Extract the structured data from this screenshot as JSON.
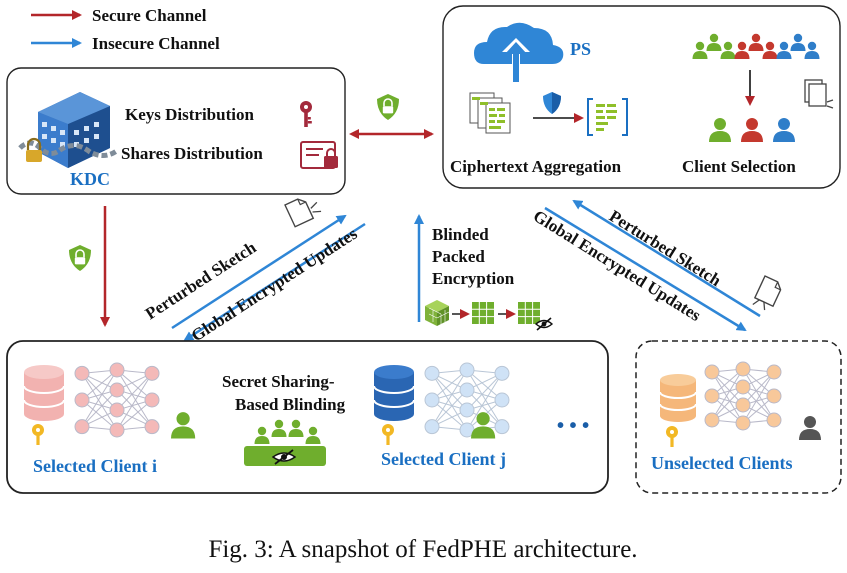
{
  "legend": {
    "secure": "Secure Channel",
    "insecure": "Insecure Channel"
  },
  "kdc": {
    "keys": "Keys Distribution",
    "shares": "Shares Distribution",
    "name": "KDC"
  },
  "ps": {
    "name": "PS",
    "aggregation": "Ciphertext Aggregation",
    "selection": "Client Selection"
  },
  "flows": {
    "perturbed_left": "Perturbed Sketch",
    "global_left": "Global Encrypted Updates",
    "blinded_1": "Blinded",
    "blinded_2": "Packed",
    "blinded_3": "Encryption",
    "perturbed_right": "Perturbed Sketch",
    "global_right": "Global Encrypted Updates"
  },
  "clients": {
    "blinding_1": "Secret Sharing-",
    "blinding_2": "Based Blinding",
    "selected_i": "Selected Client i",
    "selected_j": "Selected Client j",
    "ellipsis": "• • •",
    "unselected": "Unselected Clients"
  },
  "caption": "Fig. 3: A snapshot of FedPHE architecture.",
  "colors": {
    "secure": "#b3262a",
    "insecure": "#2f86d6",
    "client_blue": "#1a6fc2",
    "green": "#6fae2d",
    "red_user": "#c4392e",
    "blue_user": "#2f7ec9"
  },
  "icons": [
    "building-icon",
    "lock-icon",
    "key-icon",
    "certificate-icon",
    "cloud-upload-icon",
    "shield-icon",
    "document-icon",
    "database-icon",
    "neural-network-icon",
    "user-icon",
    "group-icon",
    "cube-icon",
    "grid-icon",
    "eye-slash-icon"
  ]
}
